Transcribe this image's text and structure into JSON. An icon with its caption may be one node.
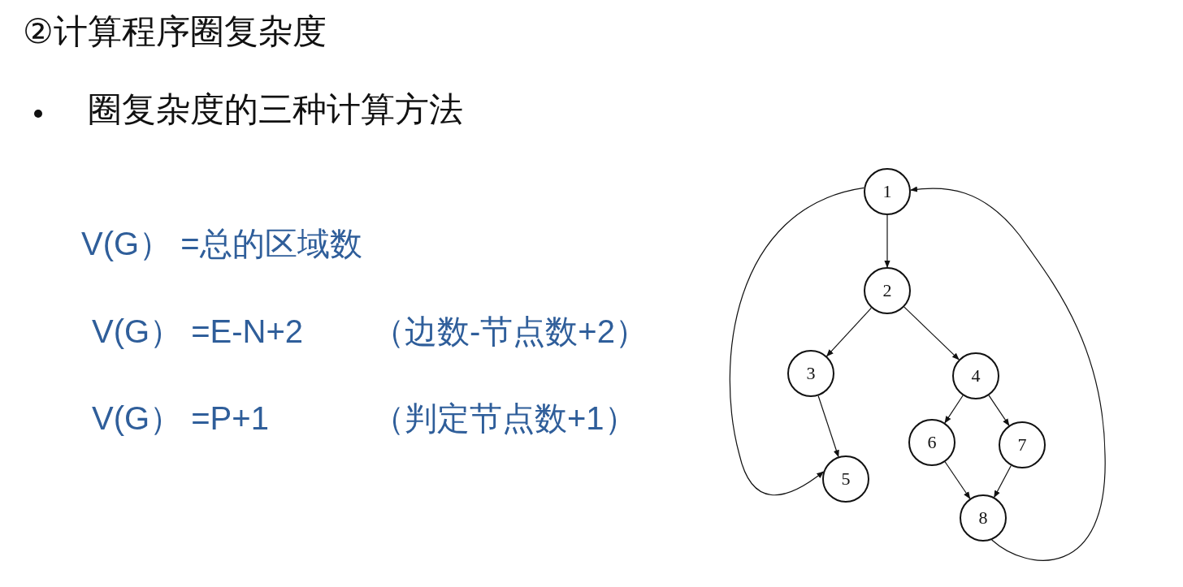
{
  "diagram": {
    "title": "②计算程序圈复杂度",
    "nodes": [
      {
        "text": [
          "1"
        ]
      },
      {
        "text": [
          "2"
        ]
      },
      {
        "text": [
          "3"
        ]
      },
      {
        "text": [
          "4"
        ]
      },
      {
        "text": [
          "5"
        ]
      },
      {
        "text": [
          "6"
        ]
      },
      {
        "text": [
          "7"
        ]
      },
      {
        "text": [
          "8"
        ]
      }
    ],
    "edges": [
      {
        "from": 0,
        "to": 1,
        "arrow": "to"
      },
      {
        "from": 1,
        "to": 2,
        "arrow": "to"
      },
      {
        "from": 1,
        "to": 3,
        "arrow": "to"
      },
      {
        "from": 2,
        "to": 4,
        "arrow": "to"
      },
      {
        "from": 3,
        "to": 5,
        "arrow": "to"
      },
      {
        "from": 3,
        "to": 6,
        "arrow": "to"
      },
      {
        "from": 5,
        "to": 7,
        "arrow": "to"
      },
      {
        "from": 6,
        "to": 7,
        "arrow": "to"
      },
      {
        "from": 0,
        "to": 4,
        "arrow": "to"
      },
      {
        "from": 7,
        "to": 0,
        "arrow": "to"
      }
    ],
    "labels": [
      "圈复杂度的三种计算方法",
      "V(G） =总的区域数",
      "V(G） =E-N+2",
      "（边数-节点数+2）",
      "V(G） =P+1",
      "（判定节点数+1）"
    ]
  }
}
